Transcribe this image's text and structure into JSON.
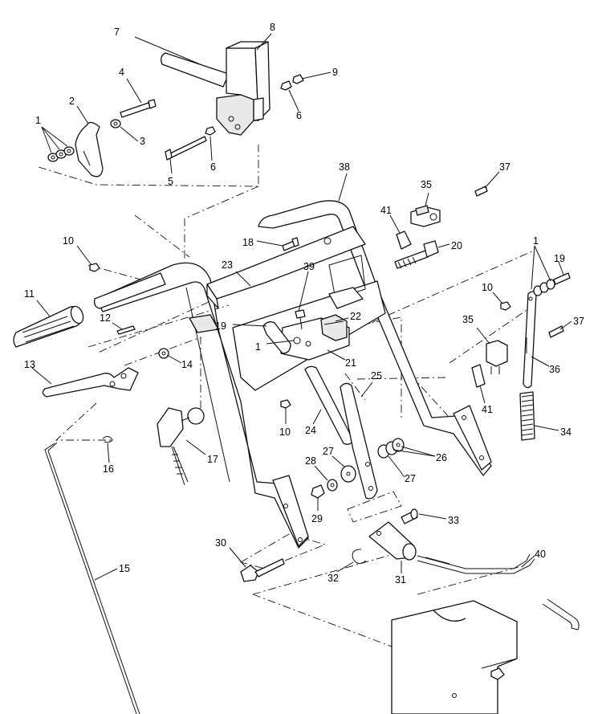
{
  "diagram": {
    "callouts": [
      {
        "id": "c7",
        "label": "7"
      },
      {
        "id": "c8",
        "label": "8"
      },
      {
        "id": "c4",
        "label": "4"
      },
      {
        "id": "c9",
        "label": "9"
      },
      {
        "id": "c2",
        "label": "2"
      },
      {
        "id": "c1a",
        "label": "1"
      },
      {
        "id": "c3",
        "label": "3"
      },
      {
        "id": "c6a",
        "label": "6"
      },
      {
        "id": "c5",
        "label": "5"
      },
      {
        "id": "c6b",
        "label": "6"
      },
      {
        "id": "c38",
        "label": "38"
      },
      {
        "id": "c37a",
        "label": "37"
      },
      {
        "id": "c35a",
        "label": "35"
      },
      {
        "id": "c41a",
        "label": "41"
      },
      {
        "id": "c18",
        "label": "18"
      },
      {
        "id": "c20",
        "label": "20"
      },
      {
        "id": "c10a",
        "label": "10"
      },
      {
        "id": "c23",
        "label": "23"
      },
      {
        "id": "c39",
        "label": "39"
      },
      {
        "id": "c1b",
        "label": "1"
      },
      {
        "id": "c19a",
        "label": "19"
      },
      {
        "id": "c11",
        "label": "11"
      },
      {
        "id": "c10b",
        "label": "10"
      },
      {
        "id": "c12",
        "label": "12"
      },
      {
        "id": "c19b",
        "label": "19"
      },
      {
        "id": "c22",
        "label": "22"
      },
      {
        "id": "c35b",
        "label": "35"
      },
      {
        "id": "c37b",
        "label": "37"
      },
      {
        "id": "c1c",
        "label": "1"
      },
      {
        "id": "c13",
        "label": "13"
      },
      {
        "id": "c14",
        "label": "14"
      },
      {
        "id": "c21",
        "label": "21"
      },
      {
        "id": "c36",
        "label": "36"
      },
      {
        "id": "c25",
        "label": "25"
      },
      {
        "id": "c41b",
        "label": "41"
      },
      {
        "id": "c10c",
        "label": "10"
      },
      {
        "id": "c24",
        "label": "24"
      },
      {
        "id": "c34",
        "label": "34"
      },
      {
        "id": "c17",
        "label": "17"
      },
      {
        "id": "c26",
        "label": "26"
      },
      {
        "id": "c27a",
        "label": "27"
      },
      {
        "id": "c16",
        "label": "16"
      },
      {
        "id": "c28",
        "label": "28"
      },
      {
        "id": "c27b",
        "label": "27"
      },
      {
        "id": "c29",
        "label": "29"
      },
      {
        "id": "c33",
        "label": "33"
      },
      {
        "id": "c30",
        "label": "30"
      },
      {
        "id": "c40",
        "label": "40"
      },
      {
        "id": "c15",
        "label": "15"
      },
      {
        "id": "c32",
        "label": "32"
      },
      {
        "id": "c31",
        "label": "31"
      }
    ]
  }
}
